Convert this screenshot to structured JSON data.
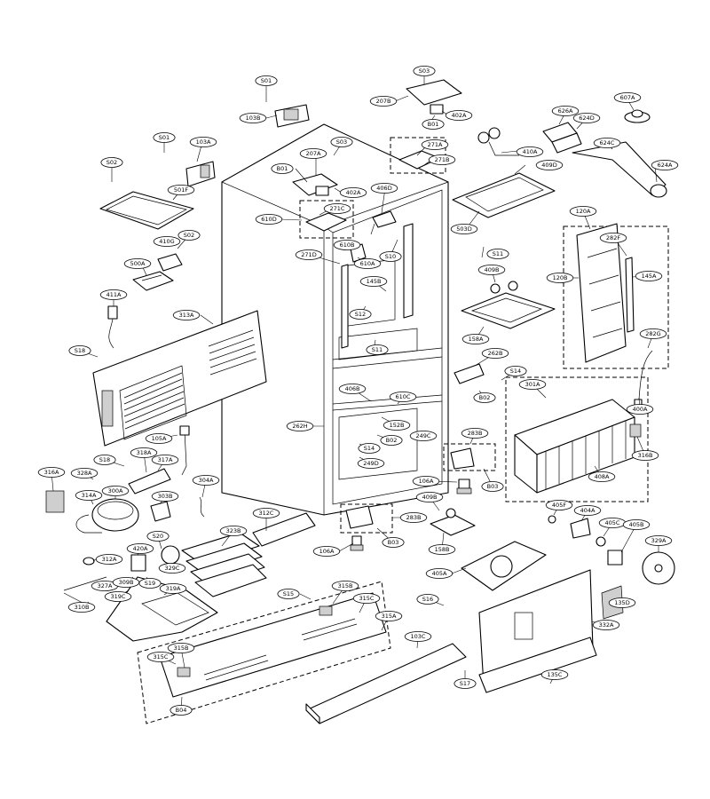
{
  "labels": {
    "S01a": "S01",
    "103B": "103B",
    "S03a": "S03",
    "207B": "207B",
    "B01a": "B01",
    "402Aa": "402A",
    "S01b": "S01",
    "103A": "103A",
    "S02a": "S02",
    "501F": "501F",
    "207A": "207A",
    "S03b": "S03",
    "B01b": "B01",
    "402Ab": "402A",
    "271A": "271A",
    "271B": "271B",
    "410A": "410A",
    "409D": "409D",
    "626A": "626A",
    "624D": "624D",
    "607A": "607A",
    "624C": "624C",
    "624A": "624A",
    "610D": "610D",
    "271C": "271C",
    "406D": "406D",
    "410G": "410G",
    "S02b": "S02",
    "503D": "503D",
    "120A": "120A",
    "282F": "282F",
    "271D": "271D",
    "610B": "610B",
    "610A": "610A",
    "S10": "S10",
    "S11a": "S11",
    "500A": "500A",
    "409B": "409B",
    "120B": "120B",
    "145A": "145A",
    "145B": "145B",
    "411A": "411A",
    "S12": "S12",
    "158A": "158A",
    "313A": "313A",
    "S11b": "S11",
    "282G": "282G",
    "S18a": "S18",
    "262B": "262B",
    "S14a": "S14",
    "406B": "406B",
    "610C": "610C",
    "B02a": "B02",
    "301A": "301A",
    "400A": "400A",
    "262H": "262H",
    "152B": "152B",
    "B02b": "B02",
    "249C": "249C",
    "105A": "105A",
    "283B": "283B",
    "316B": "316B",
    "S18b": "S18",
    "318A": "318A",
    "S14b": "S14",
    "317A": "317A",
    "249D": "249D",
    "B03a": "B03",
    "408A": "408A",
    "316A": "316A",
    "328A": "328A",
    "304A": "304A",
    "106Aa": "106A",
    "409Ba": "409B",
    "300A": "300A",
    "303B": "303B",
    "314A": "314A",
    "312C": "312C",
    "405F": "405F",
    "404A": "404A",
    "283Bb": "283B",
    "323B": "323B",
    "S20": "S20",
    "158B": "158B",
    "405C": "405C",
    "405B": "405B",
    "420A": "420A",
    "B03b": "B03",
    "329A": "329A",
    "312A": "312A",
    "329C": "329C",
    "106Ab": "106A",
    "405A": "405A",
    "327A": "327A",
    "309B": "309B",
    "S19": "S19",
    "319C": "319C",
    "319A": "319A",
    "S15": "S15",
    "315B": "315B",
    "S16": "S16",
    "135D": "135D",
    "315C": "315C",
    "310B": "310B",
    "315A": "315A",
    "332A": "332A",
    "103C": "103C",
    "315Bb": "315B",
    "315Cb": "315C",
    "135C": "135C",
    "S17": "S17",
    "B04": "B04"
  }
}
